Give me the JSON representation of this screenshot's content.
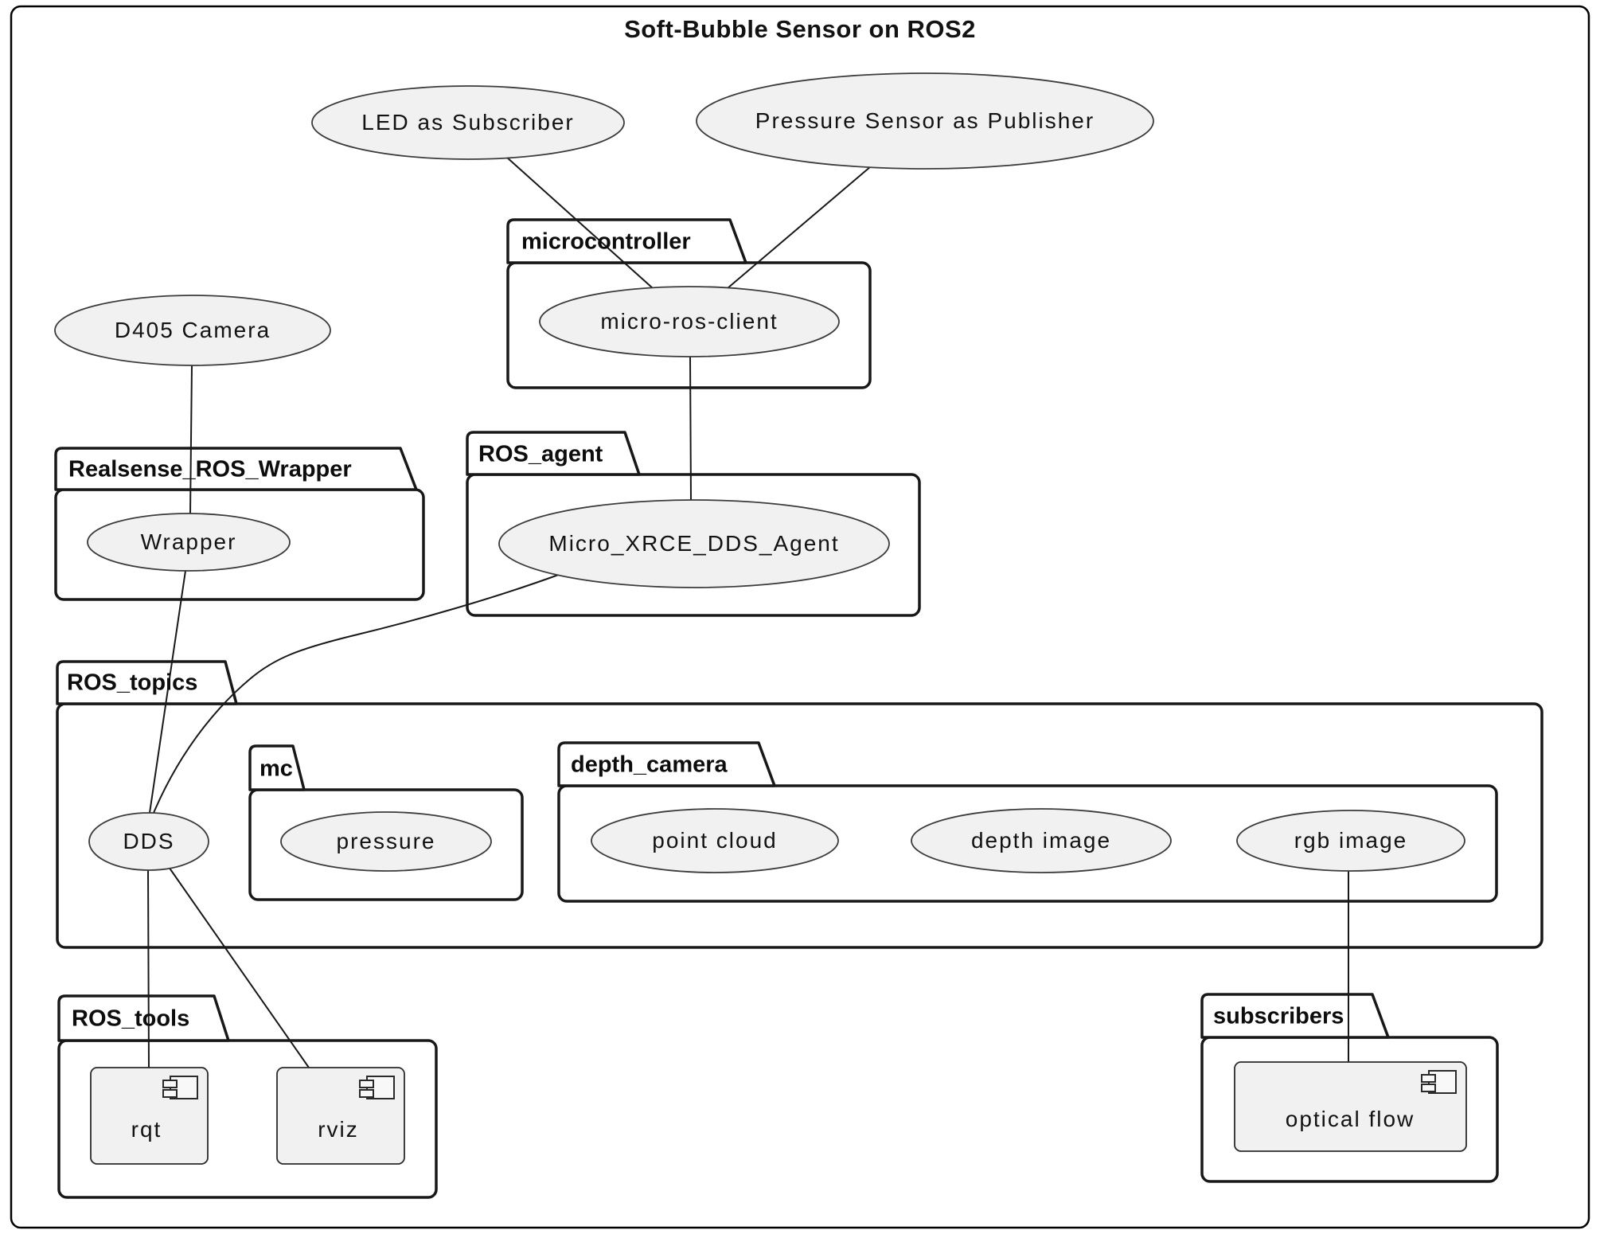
{
  "diagram": {
    "title": "Soft-Bubble Sensor on ROS2"
  },
  "packages": {
    "microcontroller": {
      "label": "microcontroller"
    },
    "realsense_ros_wrapper": {
      "label": "Realsense_ROS_Wrapper"
    },
    "ros_agent": {
      "label": "ROS_agent"
    },
    "ros_topics": {
      "label": "ROS_topics"
    },
    "mc": {
      "label": "mc"
    },
    "depth_camera": {
      "label": "depth_camera"
    },
    "ros_tools": {
      "label": "ROS_tools"
    },
    "subscribers": {
      "label": "subscribers"
    }
  },
  "nodes": {
    "led": {
      "label": "LED as Subscriber",
      "type": "usecase"
    },
    "pressure_sensor": {
      "label": "Pressure Sensor as Publisher",
      "type": "usecase"
    },
    "d405_camera": {
      "label": "D405 Camera",
      "type": "usecase"
    },
    "micro_ros_client": {
      "label": "micro-ros-client",
      "type": "usecase",
      "package": "microcontroller"
    },
    "wrapper": {
      "label": "Wrapper",
      "type": "usecase",
      "package": "Realsense_ROS_Wrapper"
    },
    "micro_xrce_dds_agent": {
      "label": "Micro_XRCE_DDS_Agent",
      "type": "usecase",
      "package": "ROS_agent"
    },
    "dds": {
      "label": "DDS",
      "type": "usecase",
      "package": "ROS_topics"
    },
    "pressure_topic": {
      "label": "pressure",
      "type": "usecase",
      "package": "mc"
    },
    "point_cloud": {
      "label": "point cloud",
      "type": "usecase",
      "package": "depth_camera"
    },
    "depth_image": {
      "label": "depth image",
      "type": "usecase",
      "package": "depth_camera"
    },
    "rgb_image": {
      "label": "rgb image",
      "type": "usecase",
      "package": "depth_camera"
    },
    "rqt": {
      "label": "rqt",
      "type": "component",
      "package": "ROS_tools"
    },
    "rviz": {
      "label": "rviz",
      "type": "component",
      "package": "ROS_tools"
    },
    "optical_flow": {
      "label": "optical flow",
      "type": "component",
      "package": "subscribers"
    }
  },
  "edges": [
    {
      "from": "LED as Subscriber",
      "to": "micro-ros-client"
    },
    {
      "from": "Pressure Sensor as Publisher",
      "to": "micro-ros-client"
    },
    {
      "from": "micro-ros-client",
      "to": "Micro_XRCE_DDS_Agent"
    },
    {
      "from": "D405 Camera",
      "to": "Wrapper"
    },
    {
      "from": "Wrapper",
      "to": "DDS"
    },
    {
      "from": "Micro_XRCE_DDS_Agent",
      "to": "DDS"
    },
    {
      "from": "DDS",
      "to": "rqt"
    },
    {
      "from": "DDS",
      "to": "rviz"
    },
    {
      "from": "rgb image",
      "to": "optical flow"
    }
  ],
  "colors": {
    "node_fill": "#f1f1f1",
    "border": "#181818",
    "background": "#ffffff"
  }
}
